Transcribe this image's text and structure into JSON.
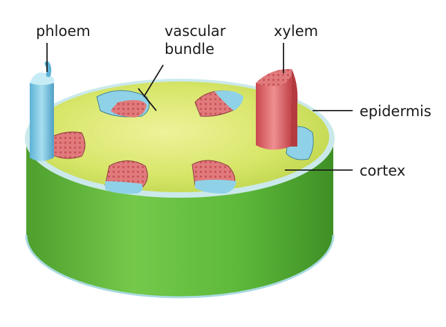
{
  "labels": {
    "phloem": "phloem",
    "vascular_line1": "vascular",
    "vascular_line2": "bundle",
    "xylem": "xylem",
    "epidermis": "epidermis",
    "cortex": "cortex"
  },
  "colors": {
    "cortex_top": "#d9e86a",
    "cortex_side": "#5cb338",
    "epidermis": "#bfe3e6",
    "xylem": "#e0767a",
    "phloem": "#7ec9e4",
    "label_line": "#1a1a1a"
  }
}
